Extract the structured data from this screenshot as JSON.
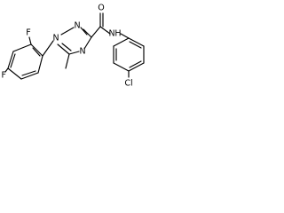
{
  "structure": {
    "atoms": {
      "f_ortho": "F",
      "f_para": "F",
      "n1": "N",
      "n2": "N",
      "n4": "N",
      "o_carbonyl": "O",
      "amide_nh": "N",
      "amide_h": "H",
      "cl": "Cl"
    }
  }
}
